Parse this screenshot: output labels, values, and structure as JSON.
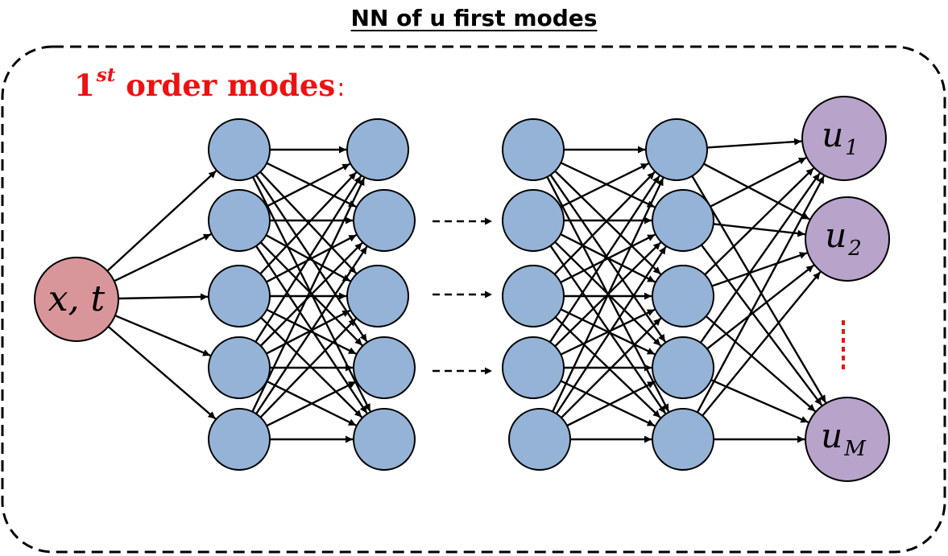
{
  "title": "NN of u first modes",
  "heading": {
    "base": "1",
    "superscript": "st",
    "text": "order modes",
    "suffix": ":"
  },
  "input_node": {
    "label": "x, t"
  },
  "output_nodes": [
    {
      "symbol": "u",
      "subscript": "1"
    },
    {
      "symbol": "u",
      "subscript": "2"
    },
    {
      "symbol": "u",
      "subscript": "M"
    }
  ],
  "colors": {
    "input_fill": "#d9969a",
    "hidden_fill": "#95b3d7",
    "output_fill": "#b8a3cb",
    "heading": "#ee1111",
    "ellipsis": "#ee1111"
  }
}
